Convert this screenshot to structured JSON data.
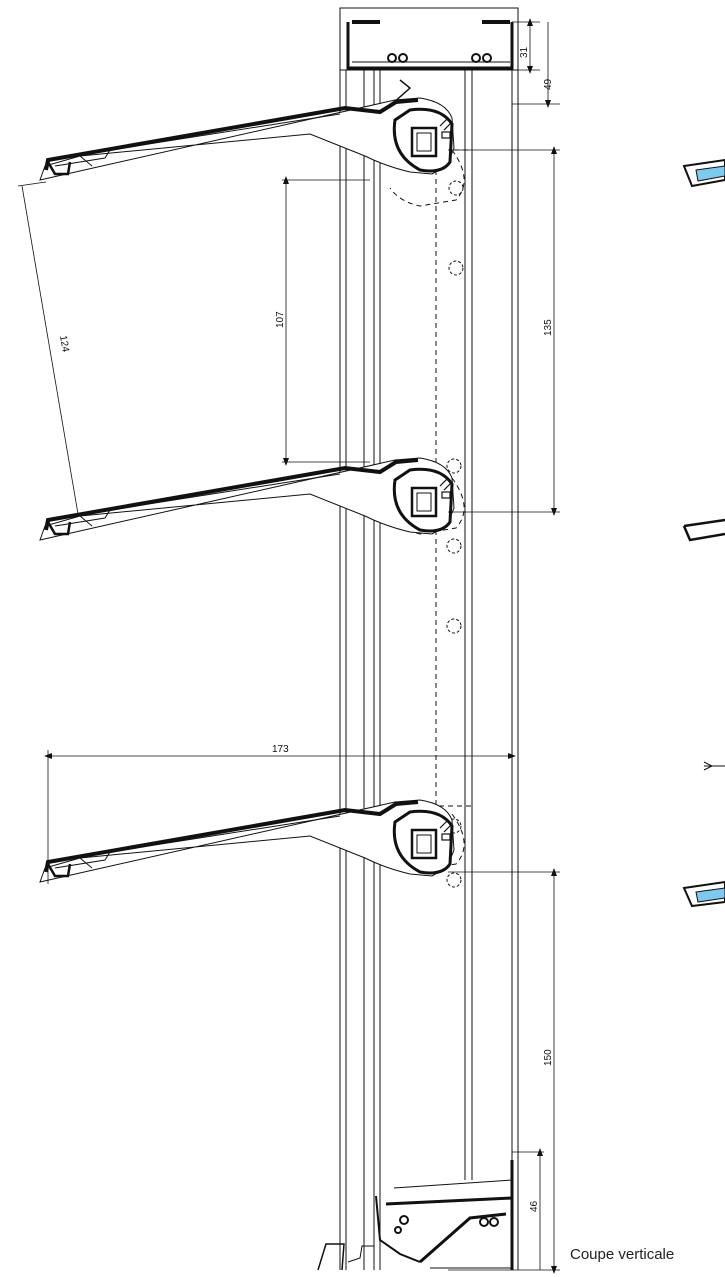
{
  "caption": "Coupe verticale",
  "dimensions": {
    "d31": "31",
    "d49": "49",
    "d135": "135",
    "d107": "107",
    "d124": "124",
    "d173": "173",
    "d150": "150",
    "d46": "46"
  },
  "colors": {
    "line": "#111111",
    "glass": "#7ec9ee",
    "background": "#ffffff"
  }
}
